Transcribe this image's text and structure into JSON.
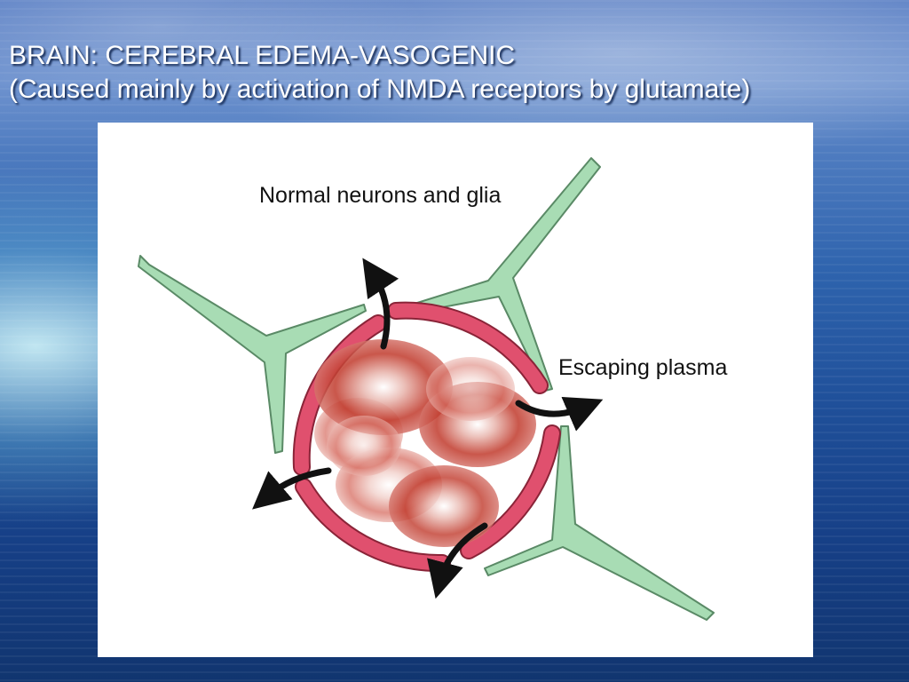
{
  "slide": {
    "title_line1": "BRAIN: CEREBRAL EDEMA-VASOGENIC",
    "title_line2": "(Caused mainly by activation of NMDA receptors by glutamate)"
  },
  "diagram": {
    "label_neurons": "Normal neurons and glia",
    "label_plasma": "Escaping plasma"
  },
  "colors": {
    "glia_fill": "#a8dcb4",
    "glia_stroke": "#5a8a66",
    "vessel_wall": "#e0506e",
    "vessel_wall_stroke": "#8a2438",
    "red_cell": "#c0392b",
    "arrow": "#111111"
  }
}
